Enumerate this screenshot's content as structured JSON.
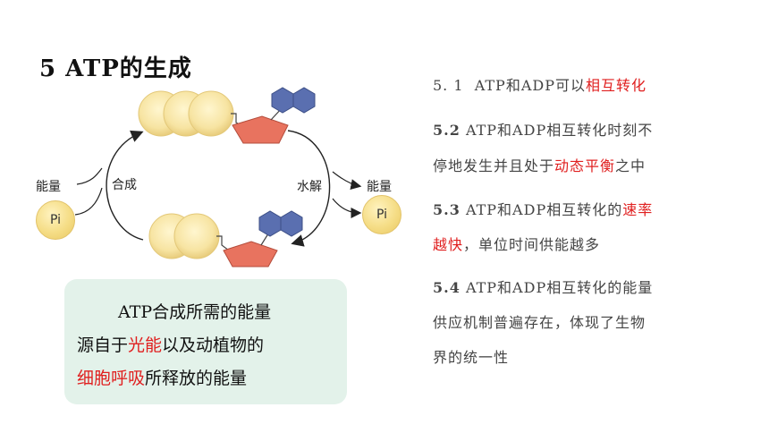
{
  "title": "5  ATP的生成",
  "diagram": {
    "left_energy": "能量",
    "left_pi": "Pi",
    "synthesis": "合成",
    "hydrolysis": "水解",
    "right_energy": "能量",
    "right_pi": "Pi",
    "colors": {
      "sphere": "#f7e4a2",
      "ribose": "#e8735f",
      "base": "#5a6fb0",
      "arrow": "#222222"
    }
  },
  "callout": {
    "line1": "ATP合成所需的能量",
    "line2_a": "源自于",
    "line2_red": "光能",
    "line2_b": "以及动植物的",
    "line3_red": "细胞呼吸",
    "line3_b": "所释放的能量",
    "bg": "#e3f2ea"
  },
  "points": [
    {
      "num": "5. 1",
      "text": "ATP和ADP可以",
      "red": "相互转化"
    },
    {
      "num": "5.2",
      "line1": "ATP和ADP相互转化时刻不",
      "line2_a": "停地发生并且处于",
      "line2_red": "动态平衡",
      "line2_b": "之中"
    },
    {
      "num": "5.3",
      "line1_a": "ATP和ADP相互转化的",
      "line1_red": "速率",
      "line2_red": "越快",
      "line2_b": "，单位时间供能越多"
    },
    {
      "num": "5.4",
      "line1": "ATP和ADP相互转化的能量",
      "line2": "供应机制普遍存在，体现了生物",
      "line3": "界的统一性"
    }
  ],
  "accent_red": "#e02020"
}
